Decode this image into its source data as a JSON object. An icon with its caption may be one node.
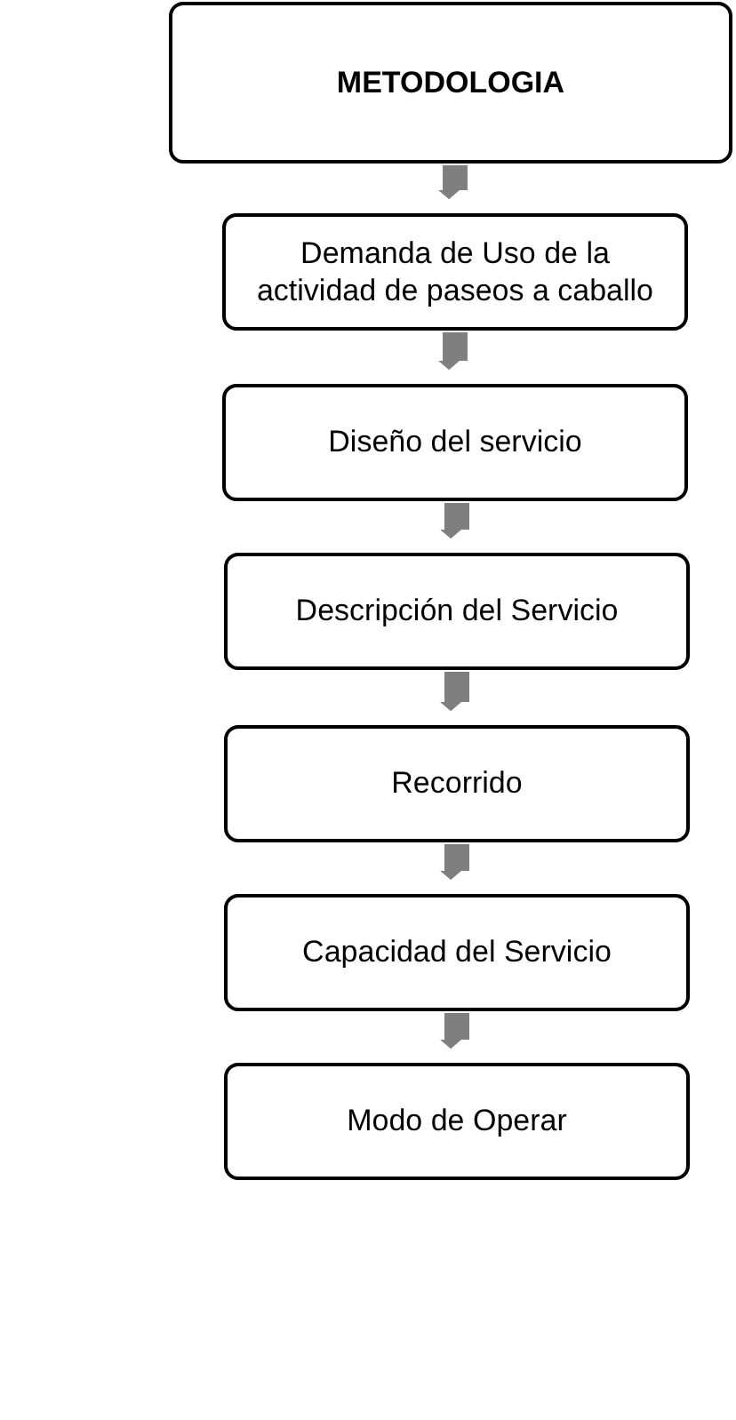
{
  "diagram": {
    "nodes": [
      {
        "text": [
          "METODOLOGIA"
        ]
      },
      {
        "text": [
          "Demanda de Uso de la actividad de paseos a caballo"
        ]
      },
      {
        "text": [
          "Diseño del servicio"
        ]
      },
      {
        "text": [
          "Descripción del Servicio"
        ]
      },
      {
        "text": [
          "Recorrido"
        ]
      },
      {
        "text": [
          "Capacidad del Servicio"
        ]
      },
      {
        "text": [
          "Modo de Operar"
        ]
      }
    ],
    "edges": [
      {
        "from": 0,
        "to": 1,
        "arrow": "to"
      },
      {
        "from": 1,
        "to": 2,
        "arrow": "to"
      },
      {
        "from": 2,
        "to": 3,
        "arrow": "to"
      },
      {
        "from": 3,
        "to": 4,
        "arrow": "to"
      },
      {
        "from": 4,
        "to": 5,
        "arrow": "to"
      },
      {
        "from": 5,
        "to": 6,
        "arrow": "to"
      }
    ]
  }
}
